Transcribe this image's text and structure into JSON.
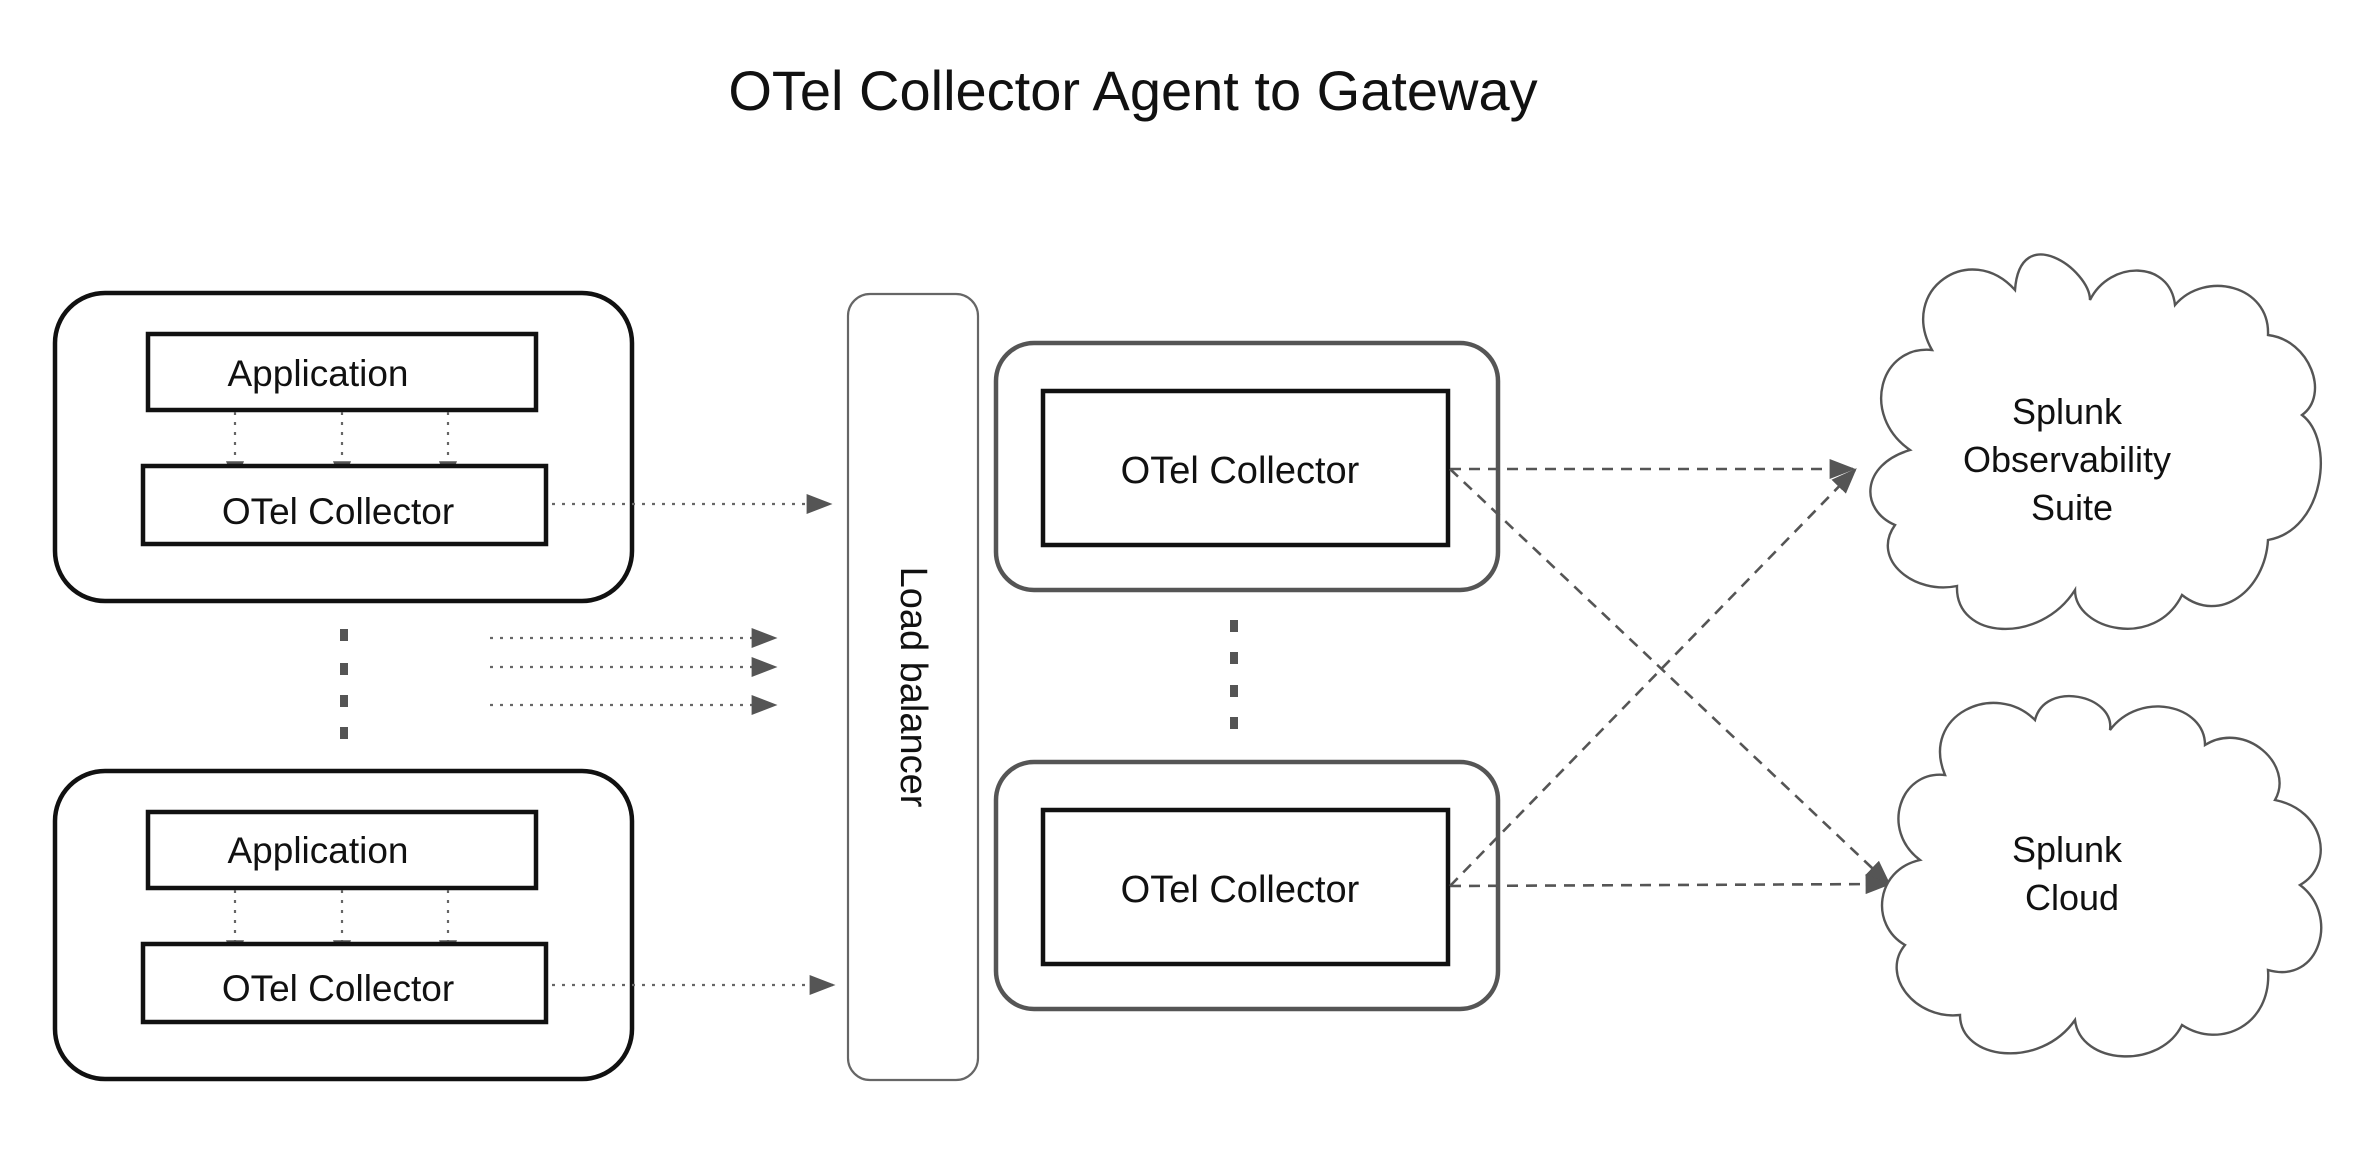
{
  "title": "OTel Collector Agent to Gateway",
  "agents": [
    {
      "application_label": "Application",
      "collector_label": "OTel Collector"
    },
    {
      "application_label": "Application",
      "collector_label": "OTel Collector"
    }
  ],
  "load_balancer": {
    "label": "Load balancer"
  },
  "gateways": [
    {
      "collector_label": "OTel Collector"
    },
    {
      "collector_label": "OTel Collector"
    }
  ],
  "destinations": [
    {
      "lines": [
        "Splunk",
        "Observability",
        "Suite"
      ]
    },
    {
      "lines": [
        "Splunk",
        "Cloud"
      ]
    }
  ],
  "colors": {
    "stroke_dark": "#111111",
    "stroke_gray": "#555555",
    "background": "#ffffff"
  }
}
